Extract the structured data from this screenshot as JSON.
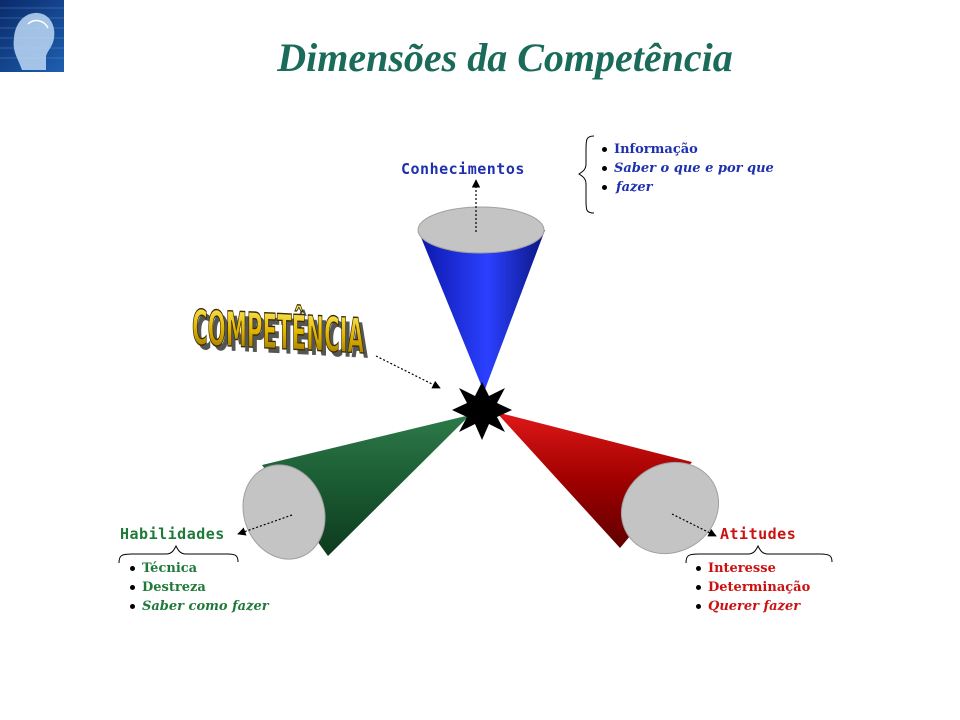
{
  "title": "Dimensões da Competência",
  "center_label": "COMPETÊNCIA",
  "dimensions": {
    "conhecimentos": {
      "label": "Conhecimentos",
      "color": "#1e2fb0",
      "items": [
        "Informação",
        "Saber o que e por que",
        "fazer"
      ]
    },
    "habilidades": {
      "label": "Habilidades",
      "color": "#1f7a3a",
      "items": [
        "Técnica",
        "Destreza",
        "Saber como fazer"
      ]
    },
    "atitudes": {
      "label": "Atitudes",
      "color": "#cc1111",
      "items": [
        "Interesse",
        "Determinação",
        "Querer fazer"
      ]
    }
  },
  "colors": {
    "title": "#1a6b5a",
    "cone_blue": "#1a2fd0",
    "cone_green": "#1f5c35",
    "cone_red": "#b00000",
    "cone_top": "#c8c8c8",
    "competencia_fill": "#c8a200"
  }
}
